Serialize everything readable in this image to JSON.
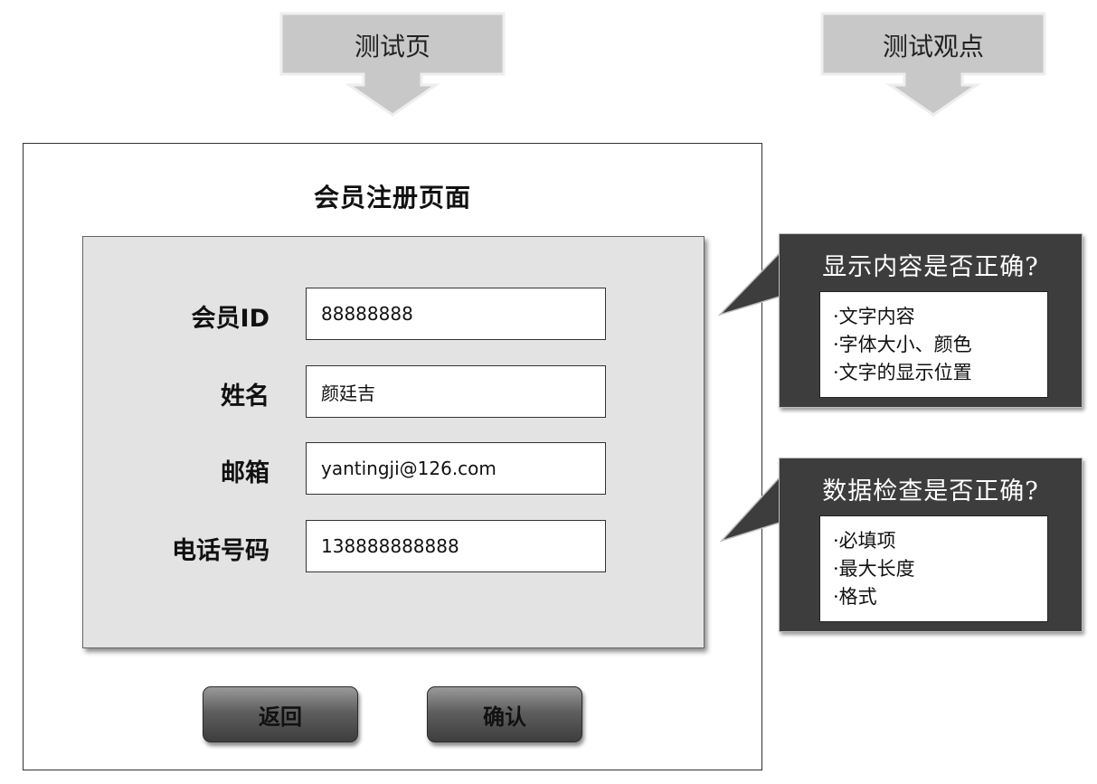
{
  "headers": {
    "test_page": "测试页",
    "test_viewpoint": "测试观点"
  },
  "page": {
    "title": "会员注册页面"
  },
  "form": {
    "fields": [
      {
        "label": "会员ID",
        "value": "88888888"
      },
      {
        "label": "姓名",
        "value": "颜廷吉"
      },
      {
        "label": "邮箱",
        "value": "yantingji@126.com"
      },
      {
        "label": "电话号码",
        "value": "138888888888"
      }
    ]
  },
  "buttons": {
    "back": "返回",
    "confirm": "确认"
  },
  "callouts": {
    "display": {
      "title": "显示内容是否正确?",
      "items": [
        "·文字内容",
        "·字体大小、颜色",
        "·文字的显示位置"
      ]
    },
    "data": {
      "title": "数据检查是否正确?",
      "items": [
        "·必填项",
        "·最大长度",
        "·格式"
      ]
    }
  },
  "colors": {
    "arrow_fill": "#c8c8c8",
    "panel_bg": "#e3e3e3",
    "callout_bg": "#3d3d3d"
  }
}
